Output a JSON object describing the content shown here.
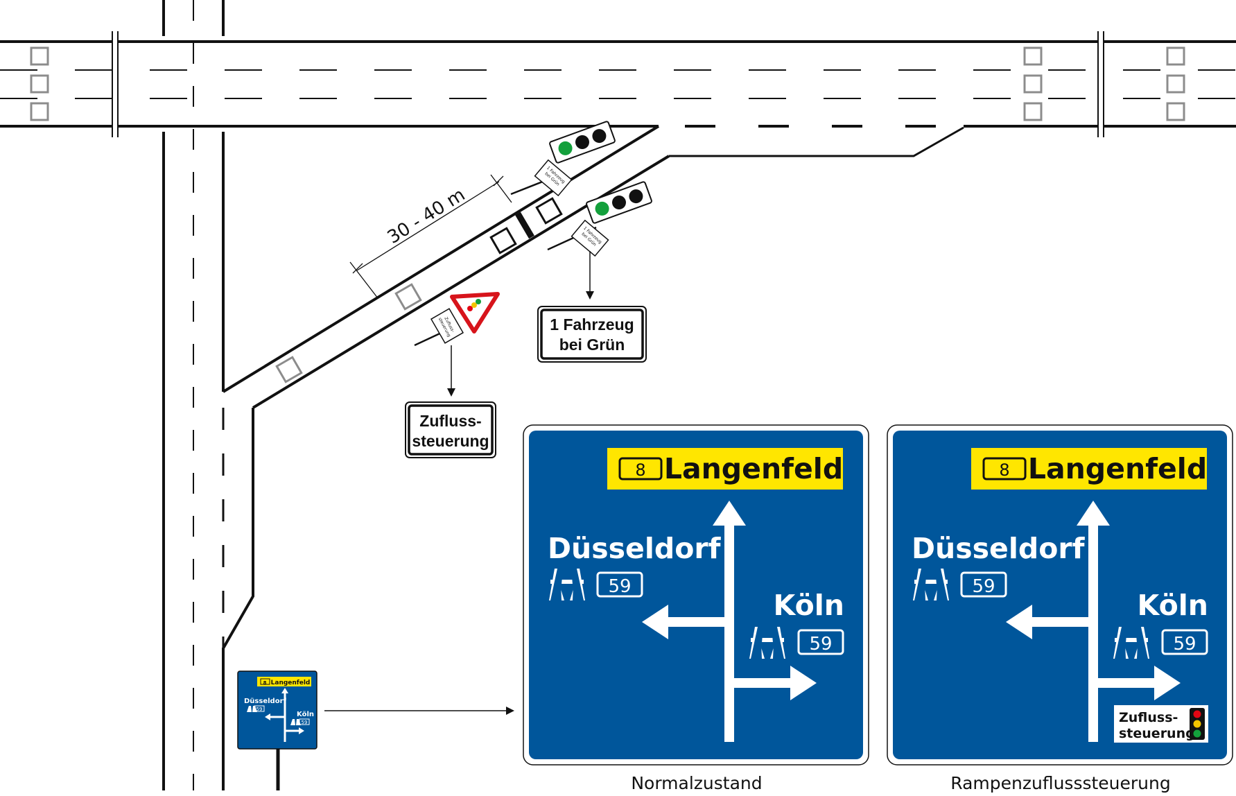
{
  "distance_label": "30 - 40 m",
  "sign_one_vehicle": {
    "line1": "1 Fahrzeug",
    "line2": "bei Grün"
  },
  "sign_inflow": {
    "line1": "Zufluss-",
    "line2": "steuerung"
  },
  "small_sign": {
    "langenfeld": "Langenfeld",
    "exit_number": "8",
    "duesseldorf": "Düsseldorf",
    "koeln": "Köln",
    "route": "59"
  },
  "panels": [
    {
      "id": "normal",
      "caption": "Normalzustand",
      "exit_number": "8",
      "destination_top": "Langenfeld",
      "destination_left": "Düsseldorf",
      "destination_right": "Köln",
      "route_left": "59",
      "route_right": "59"
    },
    {
      "id": "ramp-metering",
      "caption": "Rampenzuflusssteuerung",
      "exit_number": "8",
      "destination_top": "Langenfeld",
      "destination_left": "Düsseldorf",
      "destination_right": "Köln",
      "route_left": "59",
      "route_right": "59",
      "metering_label_line1": "Zufluss-",
      "metering_label_line2": "steuerung"
    }
  ],
  "colors": {
    "sign_blue": "#00569b",
    "sign_yellow": "#ffe600",
    "signal_green": "#13a03c",
    "signal_yellow": "#f2c500",
    "signal_red": "#e30613",
    "warning_red": "#d7141b",
    "loop_detector_grey": "#8c8c8c"
  }
}
